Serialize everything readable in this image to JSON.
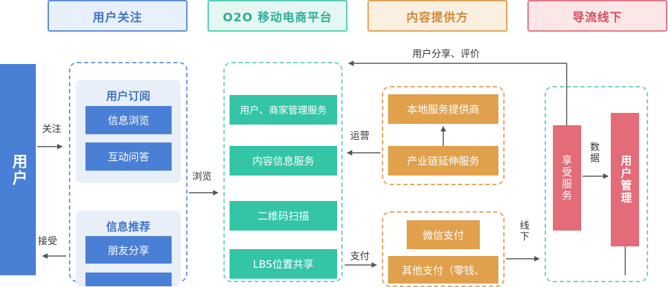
{
  "headers": {
    "user_attention": "用户关注",
    "o2o_platform": "O2O 移动电商平台",
    "content_provider": "内容提供方",
    "offline": "导流线下"
  },
  "user_box": "用户",
  "labels": {
    "follow": "关注",
    "accept": "接受",
    "browse": "浏览",
    "operate": "运营",
    "pay": "支付",
    "share_review": "用户分享、评价",
    "offline_line": "线下",
    "data": "数据"
  },
  "subscription_panel": {
    "title": "用户订阅",
    "items": [
      "信息浏览",
      "互动问答"
    ]
  },
  "recommend_panel": {
    "title": "信息推荐",
    "items": [
      "朋友分享"
    ]
  },
  "platform_services": [
    "用户、商家管理服务",
    "内容信息服务",
    "二维码扫描",
    "LBS位置共享"
  ],
  "operations": {
    "provider": "本地服务提供商",
    "chain": "产业链延伸服务"
  },
  "payments": {
    "wechat": "微信支付",
    "other": "其他支付（零钱、"
  },
  "offline_boxes": {
    "enjoy": "享受服务",
    "manage": "用户管理"
  },
  "colors": {
    "blue": "#4a7fd6",
    "teal": "#34c4a6",
    "orange": "#e0a04c",
    "red": "#e46b78"
  }
}
